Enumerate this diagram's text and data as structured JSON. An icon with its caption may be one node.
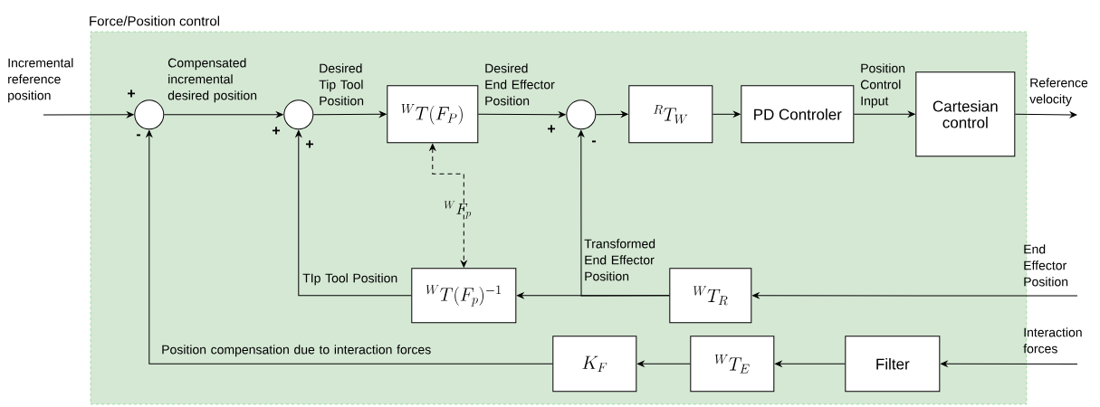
{
  "diagram": {
    "nodes": [
      {
        "text": [
          "Force/Position control"
        ]
      },
      {
        "text": [],
        "shape": "circle",
        "in": 0,
        "beside": [
          "+",
          "-"
        ]
      },
      {
        "text": [],
        "shape": "circle",
        "in": 0,
        "beside": [
          "+",
          "+"
        ]
      },
      {
        "text": [
          "^{W}T(F_P)"
        ],
        "in": 0
      },
      {
        "text": [],
        "shape": "circle",
        "in": 0,
        "beside": [
          "+",
          "-"
        ]
      },
      {
        "text": [
          "^{R}T_W"
        ],
        "in": 0
      },
      {
        "text": [
          "PD Controler"
        ],
        "in": 0
      },
      {
        "text": [
          "Cartesian control"
        ],
        "in": 0
      },
      {
        "text": [
          "^{W}T(F_p)^{-1}"
        ],
        "in": 0
      },
      {
        "text": [
          "^{W}T_R"
        ],
        "in": 0
      },
      {
        "text": [
          "K_F"
        ],
        "in": 0
      },
      {
        "text": [
          "^{W}T_E"
        ],
        "in": 0
      },
      {
        "text": [
          "Filter"
        ],
        "in": 0
      }
    ],
    "edges": [
      {
        "from": null,
        "to": 1,
        "arrow": "to",
        "label": "Incremental reference position"
      },
      {
        "from": 1,
        "to": 2,
        "arrow": "to",
        "label": "Compensated incremental desired position"
      },
      {
        "from": 2,
        "to": 3,
        "arrow": "to",
        "label": "Desired Tip Tool Position"
      },
      {
        "from": 3,
        "to": 4,
        "arrow": "to",
        "label": "Desired End Effector Position"
      },
      {
        "from": 4,
        "to": 5,
        "arrow": "to"
      },
      {
        "from": 5,
        "to": 6,
        "arrow": "to"
      },
      {
        "from": 6,
        "to": 7,
        "arrow": "to",
        "label": "Position Control Input"
      },
      {
        "from": 7,
        "to": null,
        "arrow": "to",
        "label": "Reference velocity"
      },
      {
        "from": null,
        "to": 9,
        "arrow": "to",
        "label": "End Effector Position"
      },
      {
        "from": 9,
        "to": 8,
        "arrow": "to"
      },
      {
        "from": 9,
        "to": 4,
        "arrow": "to",
        "label": "Transformed End Effector Position"
      },
      {
        "from": 8,
        "to": 2,
        "arrow": "to",
        "label": "TIp Tool Position"
      },
      {
        "from": null,
        "to": 12,
        "arrow": "to",
        "label": "Interaction forces"
      },
      {
        "from": 12,
        "to": 11,
        "arrow": "to"
      },
      {
        "from": 11,
        "to": 10,
        "arrow": "to"
      },
      {
        "from": 10,
        "to": 1,
        "arrow": "to",
        "label": "Position compensation due to interaction forces"
      },
      {
        "from": 3,
        "to": 8,
        "arrow": "both",
        "style": "dashed",
        "label": "^{W}F_p"
      }
    ]
  }
}
